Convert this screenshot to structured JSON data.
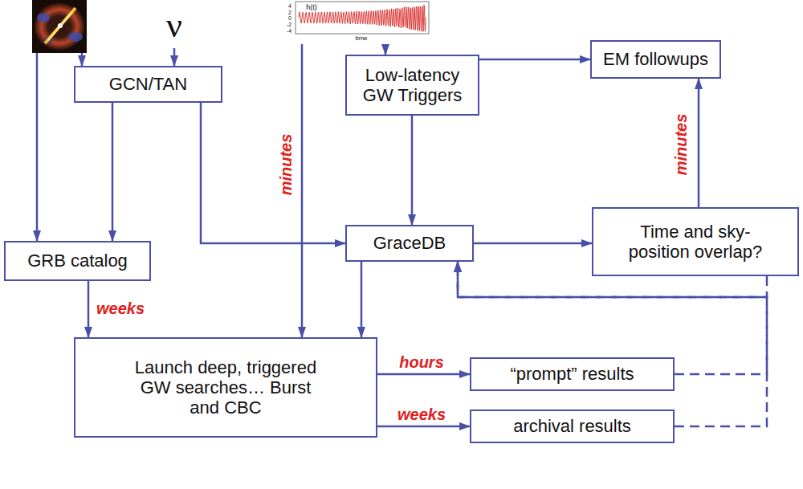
{
  "diagram": {
    "nodes": [
      {
        "text": [
          "GCN/TAN"
        ]
      },
      {
        "text": [
          "Low-latency GW Triggers"
        ]
      },
      {
        "text": [
          "EM followups"
        ]
      },
      {
        "text": [
          "GraceDB"
        ]
      },
      {
        "text": [
          "Time and sky- position overlap?"
        ]
      },
      {
        "text": [
          "GRB catalog"
        ]
      },
      {
        "text": [
          "Launch deep, triggered GW searches… Burst and CBC"
        ]
      },
      {
        "text": [
          "“prompt” results"
        ]
      },
      {
        "text": [
          "archival results"
        ]
      }
    ],
    "edges": [
      {
        "from": 0,
        "to": 5,
        "arrow": "to"
      },
      {
        "from": 0,
        "to": 3,
        "arrow": "to"
      },
      {
        "from": 1,
        "to": 2,
        "arrow": "to"
      },
      {
        "from": 1,
        "to": 3,
        "arrow": "to"
      },
      {
        "from": 3,
        "to": 4,
        "arrow": "to"
      },
      {
        "from": 4,
        "to": 2,
        "label": "minutes",
        "arrow": "to"
      },
      {
        "from": 3,
        "to": 6,
        "arrow": "to"
      },
      {
        "from": 5,
        "to": 6,
        "label": "weeks",
        "arrow": "to"
      },
      {
        "from": 6,
        "to": 7,
        "label": "hours",
        "arrow": "to"
      },
      {
        "from": 6,
        "to": 8,
        "label": "weeks",
        "arrow": "to"
      },
      {
        "from": 7,
        "to": 3,
        "arrow": "to"
      },
      {
        "from": 8,
        "to": 3,
        "arrow": "to"
      },
      {
        "from": 4,
        "to": 3,
        "arrow": "to"
      }
    ],
    "labels": [
      "ν",
      "h(t)",
      "4",
      "2",
      "0",
      "-2",
      "-4",
      "time",
      "minutes"
    ]
  }
}
